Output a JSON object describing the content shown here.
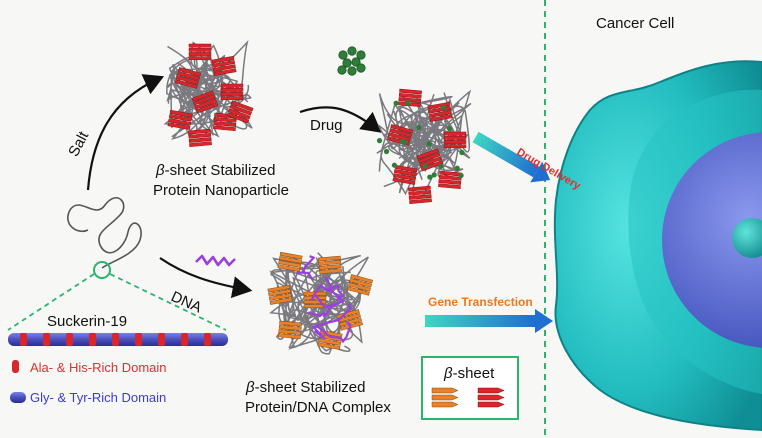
{
  "labels": {
    "cancer_cell": "Cancer Cell",
    "salt": "Salt",
    "drug": "Drug",
    "dna": "DNA",
    "np_title_1": "-sheet Stabilized",
    "np_title_2": "Protein Nanoparticle",
    "complex_title_1": "-sheet Stabilized",
    "complex_title_2": "Protein/DNA Complex",
    "beta_symbol": "β",
    "suckerin": "Suckerin-19",
    "legend_ala": "Ala- & His-Rich Domain",
    "legend_gly": "Gly- & Tyr-Rich Domain",
    "drug_delivery": "Drug Delivery",
    "gene_transfection": "Gene Transfection",
    "beta_legend": "-sheet"
  },
  "colors": {
    "red_domain": "#d9262b",
    "blue_domain": "#4a4fbf",
    "orange_sheet": "#e8822a",
    "drug_green": "#2f7d3a",
    "dna_purple": "#9b3fe0",
    "cell_teal": "#2ec4c4",
    "nucleus": "#5a6ad0",
    "arrow_blue": "#2a7fd0",
    "divider_green": "#2ab56a",
    "label_red": "#e03030",
    "label_orange": "#ea7a1e",
    "label_blue": "#3b3dcf"
  }
}
